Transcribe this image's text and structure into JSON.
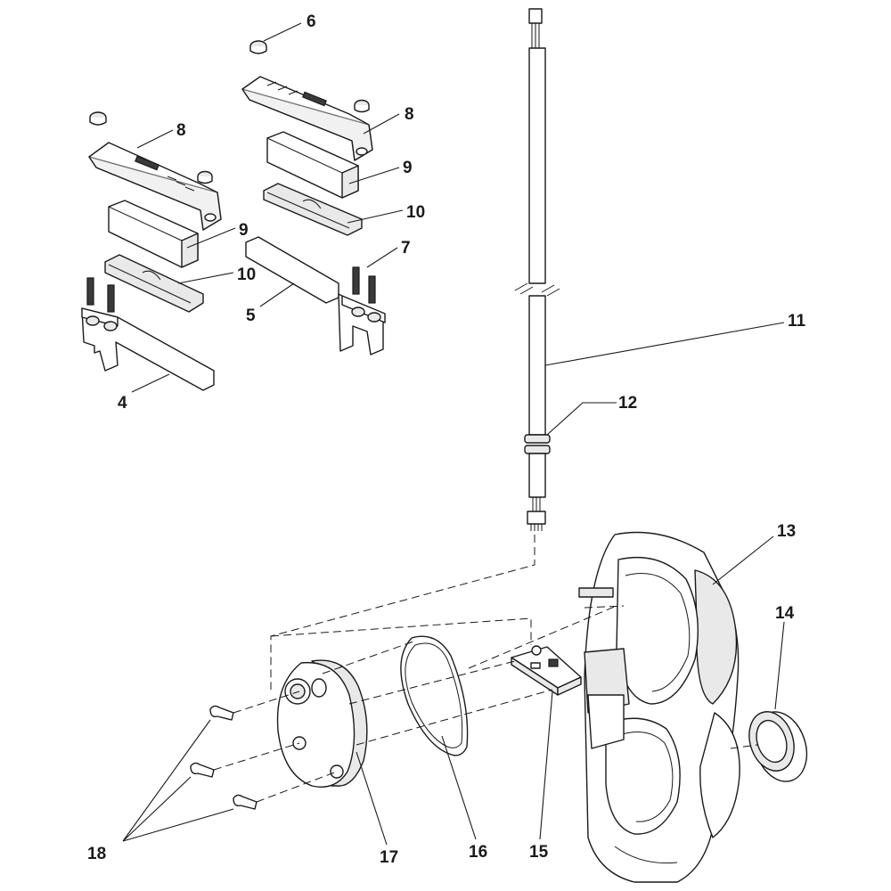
{
  "callouts": {
    "c4": "4",
    "c5": "5",
    "c6": "6",
    "c7": "7",
    "c8a": "8",
    "c8b": "8",
    "c9a": "9",
    "c9b": "9",
    "c10a": "10",
    "c10b": "10",
    "c11": "11",
    "c12": "12",
    "c13": "13",
    "c14": "14",
    "c15": "15",
    "c16": "16",
    "c17": "17",
    "c18": "18"
  }
}
